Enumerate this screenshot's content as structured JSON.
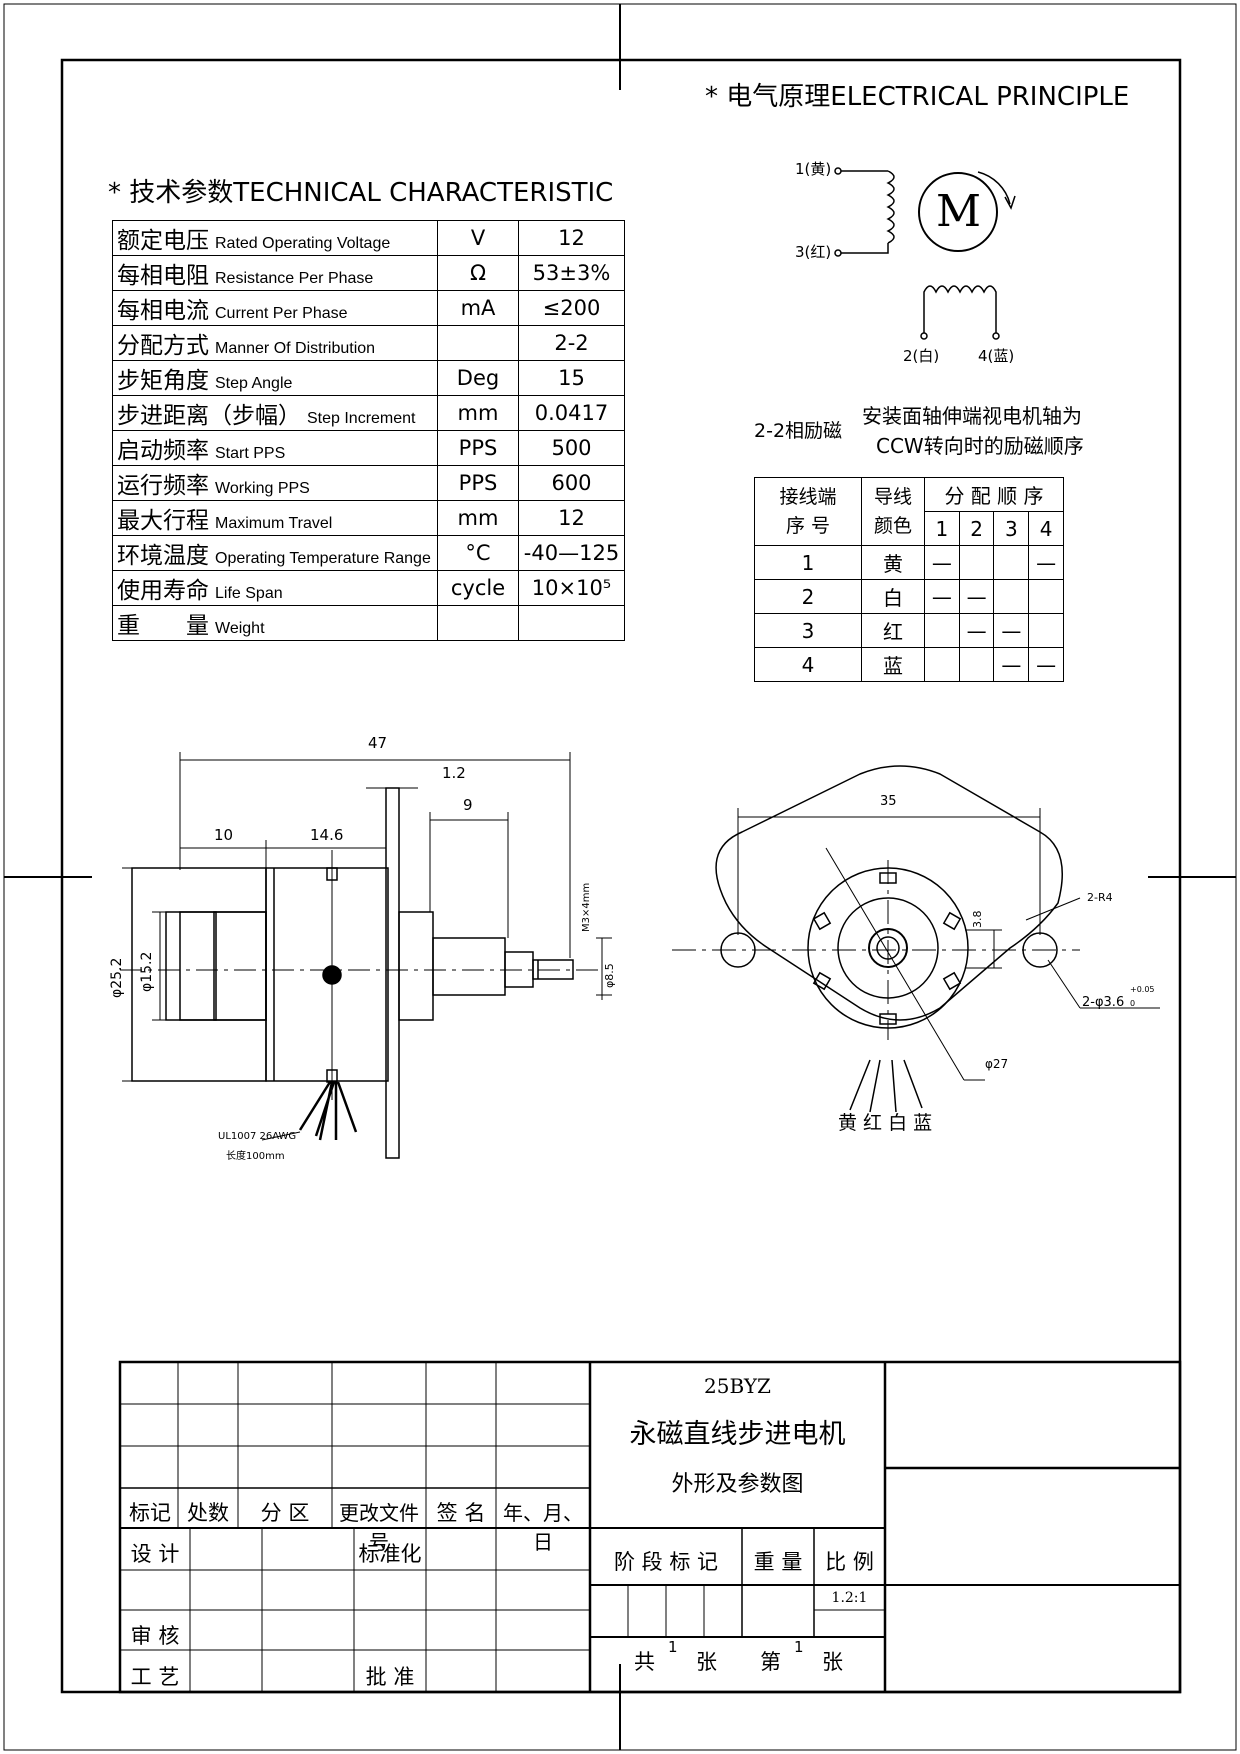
{
  "electrical_principle": {
    "heading": "* 电气原理ELECTRICAL PRINCIPLE",
    "motor_label": "M",
    "wire1": "1(黄)",
    "wire3": "3(红)",
    "wire2": "2(白)",
    "wire4": "4(蓝)"
  },
  "excitation": {
    "mode": "2-2相励磁",
    "note_line1": "安装面轴伸端视电机轴为",
    "note_line2": "CCW转向时的励磁顺序",
    "headers": {
      "terminal_line1": "接线端",
      "terminal_line2": "序 号",
      "wire_line1": "导线",
      "wire_line2": "颜色",
      "sequence": "分 配 顺 序"
    },
    "steps": [
      "1",
      "2",
      "3",
      "4"
    ],
    "mark": "—",
    "rows": [
      {
        "no": "1",
        "color": "黄",
        "marks": [
          "—",
          "",
          "",
          "—"
        ]
      },
      {
        "no": "2",
        "color": "白",
        "marks": [
          "—",
          "—",
          "",
          ""
        ]
      },
      {
        "no": "3",
        "color": "红",
        "marks": [
          "",
          "—",
          "—",
          ""
        ]
      },
      {
        "no": "4",
        "color": "蓝",
        "marks": [
          "",
          "",
          "—",
          "—"
        ]
      }
    ]
  },
  "technical": {
    "heading": "* 技术参数TECHNICAL CHARACTERISTIC",
    "rows": [
      {
        "cn": "额定电压",
        "en": "Rated Operating Voltage",
        "unit": "V",
        "value": "12"
      },
      {
        "cn": "每相电阻",
        "en": "Resistance Per Phase",
        "unit": "Ω",
        "value": "53±3%"
      },
      {
        "cn": "每相电流",
        "en": "Current Per Phase",
        "unit": "mA",
        "value": "≤200"
      },
      {
        "cn": "分配方式",
        "en": "Manner Of Distribution",
        "unit": "",
        "value": "2-2"
      },
      {
        "cn": "步矩角度",
        "en": "Step Angle",
        "unit": "Deg",
        "value": "15"
      },
      {
        "cn": "步进距离（步幅）",
        "en": "Step Increment",
        "unit": "mm",
        "value": "0.0417"
      },
      {
        "cn": "启动频率",
        "en": "Start PPS",
        "unit": "PPS",
        "value": "500"
      },
      {
        "cn": "运行频率",
        "en": "Working PPS",
        "unit": "PPS",
        "value": "600"
      },
      {
        "cn": "最大行程",
        "en": "Maximum Travel",
        "unit": "mm",
        "value": "12"
      },
      {
        "cn": "环境温度",
        "en": "Operating Temperature Range",
        "unit": "°C",
        "value": "-40—125"
      },
      {
        "cn": "使用寿命",
        "en": "Life Span",
        "unit": "cycle",
        "value": "10×10⁵"
      },
      {
        "cn": "重　　量",
        "en": "Weight",
        "unit": "",
        "value": ""
      }
    ]
  },
  "side_view": {
    "dim_total": "47",
    "dim_flange": "1.2",
    "dim_shaft": "9",
    "dim_body_a": "10",
    "dim_body_b": "14.6",
    "dia_body": "φ25.2",
    "dia_inner": "φ15.2",
    "thread": "M3×4mm",
    "dia_shaft": "φ8.5",
    "wire_spec": "UL1007 26AWG",
    "wire_length": "长度100mm"
  },
  "front_view": {
    "dim_width": "35",
    "dim_3_8": "3.8",
    "holes": "2-R4",
    "hole_dia": "2-φ3.6",
    "tol_upper": "+0.05",
    "tol_lower": "0",
    "dia_27": "φ27",
    "wire_colors": "黄 红 白 蓝"
  },
  "title_block": {
    "model": "25BYZ",
    "name": "永磁直线步进电机",
    "subtitle": "外形及参数图",
    "col_labels": [
      "标记",
      "处数",
      "分 区",
      "更改文件号",
      "签 名",
      "年、月、日"
    ],
    "design": "设 计",
    "standardize": "标准化",
    "review": "审 核",
    "process": "工 艺",
    "approve": "批 准",
    "stage_mark": "阶 段 标 记",
    "weight": "重 量",
    "scale": "比 例",
    "scale_value": "1.2:1",
    "total_prefix": "共",
    "total": "1",
    "sheet_word": "张",
    "sheet_prefix": "第",
    "sheet_no": "1",
    "sheet_word2": "张"
  }
}
